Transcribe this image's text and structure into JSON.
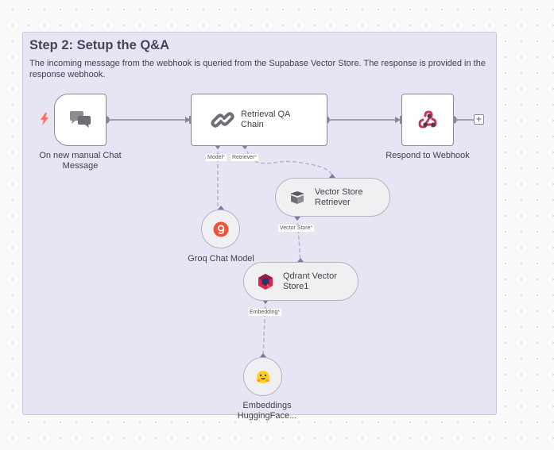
{
  "sticky": {
    "title": "Step 2: Setup the Q&A",
    "description": "The incoming message from the webhook is queried from the Supabase Vector Store. The response is provided in the response webhook."
  },
  "nodes": {
    "trigger": {
      "label": "On new manual Chat Message",
      "icon": "chat-bubbles-icon"
    },
    "qa_chain": {
      "label": "Retrieval QA Chain",
      "icon": "chain-link-icon"
    },
    "respond": {
      "label": "Respond to Webhook",
      "icon": "webhook-icon"
    },
    "retriever": {
      "label": "Vector Store Retriever",
      "icon": "box-icon"
    },
    "groq": {
      "label": "Groq Chat Model",
      "icon": "groq-logo-icon"
    },
    "qdrant": {
      "label": "Qdrant Vector Store1",
      "icon": "qdrant-logo-icon"
    },
    "embeddings": {
      "label": "Embeddings HuggingFace...",
      "icon": "hugging-face-icon"
    }
  },
  "connectors": {
    "model": "Model",
    "retriever": "Retriever",
    "vector_store": "Vector Store",
    "embedding": "Embedding",
    "required_mark": "*"
  },
  "colors": {
    "sticky_bg": "#e7e5f4",
    "wire": "#8a8a96",
    "sub_wire": "#b4b4c8",
    "trigger_bolt": "#ff6d5a",
    "webhook": "#c7375b",
    "groq": "#f55036",
    "qdrant": "#dc244c"
  }
}
